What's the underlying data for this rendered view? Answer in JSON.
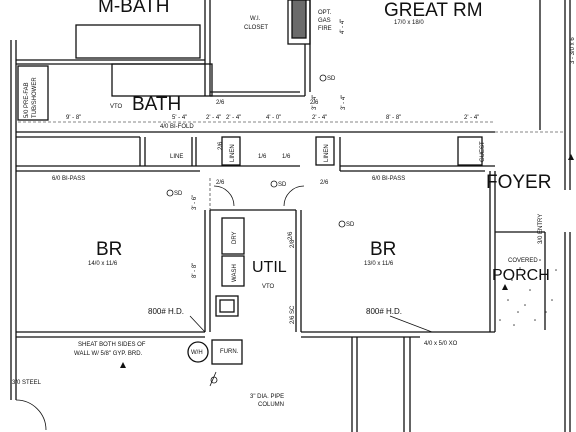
{
  "rooms": {
    "m_bath": "M-BATH",
    "great_rm": "GREAT RM",
    "great_rm_size": "17/0 x 18/0",
    "bath": "BATH",
    "foyer": "FOYER",
    "br_left": "BR",
    "br_left_size": "14/0 x 11/6",
    "br_right": "BR",
    "br_right_size": "13/0 x 11/6",
    "util": "UTIL",
    "porch_top": "COVERED",
    "porch": "PORCH"
  },
  "labels": {
    "wi": "W.I.",
    "closet": "CLOSET",
    "opt": "OPT.",
    "gas": "GAS",
    "fire": "FIRE",
    "prefab_1": "5/0 PRE-FAB",
    "prefab_2": "TUB/SHOWER",
    "vto_bath": "VTO",
    "vto_util": "VTO",
    "sd_1": "SD",
    "sd_2": "SD",
    "sd_3": "SD",
    "sd_4": "SD",
    "line": "LINE",
    "linen_1": "LINEN",
    "linen_2": "LINEN",
    "guest": "GUEST",
    "bipass_left": "6/0 BI-PASS",
    "bipass_right": "6/0 BI-PASS",
    "bifold": "4/0 BI-FOLD",
    "dry": "DRY",
    "wash": "WASH",
    "hd_left": "800# H.D.",
    "hd_right": "800# H.D.",
    "sheath_1": "SHEAT BOTH SIDES OF",
    "sheath_2": "WALL W/ 5/8\" GYP. BRD.",
    "wh": "W/H",
    "furn": "FURN.",
    "steel": "3/0 STEEL",
    "pipe_1": "3\" DIA. PIPE",
    "pipe_2": "COLUMN",
    "window": "4/0 x 5/0 XO",
    "entry": "3/0 ENTRY",
    "right_edge": "3 - 3/0 x 6",
    "top_dim": "4' - 4\"",
    "closet_door": "2/6 SC",
    "util_door": "2/8"
  },
  "dimensions": {
    "d1": "9' - 8\"",
    "d2": "5' - 4\"",
    "d3": "2' - 4\"",
    "d4": "4' - 0\"",
    "d5": "2' - 4\"",
    "d6": "8' - 8\"",
    "d7": "2' - 4\"",
    "d8": "2' - 4\"",
    "v1": "3' - 4\"",
    "v2": "3' - 4\"",
    "v3": "3' - 6\"",
    "v4": "8' - 8\"",
    "door_26_a": "2/6",
    "door_26_b": "2/6",
    "door_26_c": "2/6",
    "door_16_a": "1/6",
    "door_16_b": "1/6",
    "door_26_d": "2/6",
    "door_26_e": "2/6",
    "door_26_f": "2/6"
  }
}
